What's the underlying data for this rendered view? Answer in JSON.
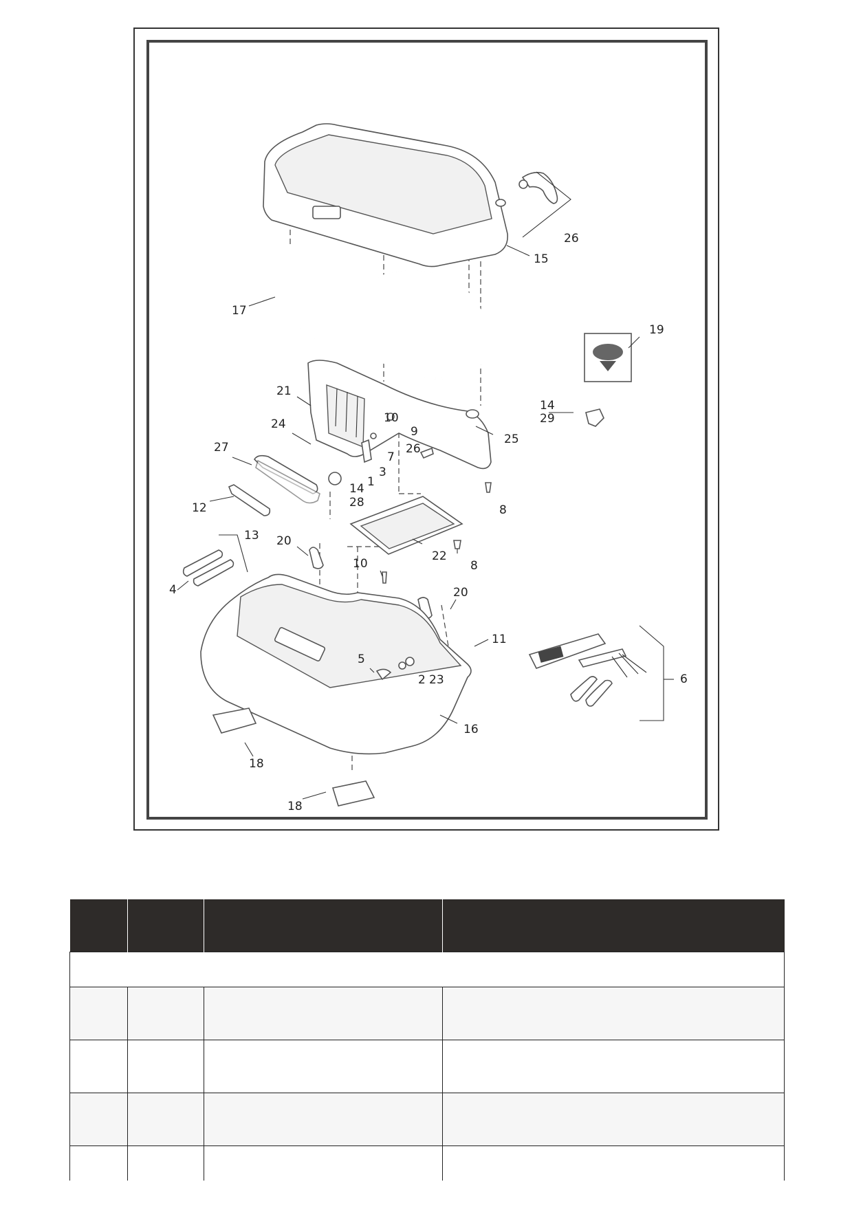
{
  "diagram": {
    "callouts": {
      "c1": "1",
      "c2": "2",
      "c3": "3",
      "c4": "4",
      "c5": "5",
      "c6": "6",
      "c7": "7",
      "c8a": "8",
      "c8b": "8",
      "c9": "9",
      "c10a": "10",
      "c10b": "10",
      "c11": "11",
      "c12": "12",
      "c13": "13",
      "c14a": "14",
      "c14b": "14",
      "c15": "15",
      "c16": "16",
      "c17": "17",
      "c18a": "18",
      "c18b": "18",
      "c19": "19",
      "c20a": "20",
      "c20b": "20",
      "c21": "21",
      "c22": "22",
      "c23": "23",
      "c24": "24",
      "c25": "25",
      "c26a": "26",
      "c26b": "26",
      "c27": "27",
      "c28": "28",
      "c29": "29"
    }
  },
  "table": {
    "headers": [
      "",
      "",
      "",
      ""
    ],
    "section_label": "",
    "rows": [
      [
        "",
        "",
        "",
        ""
      ],
      [
        "",
        "",
        "",
        ""
      ],
      [
        "",
        "",
        "",
        ""
      ],
      [
        "",
        "",
        "",
        ""
      ]
    ]
  }
}
